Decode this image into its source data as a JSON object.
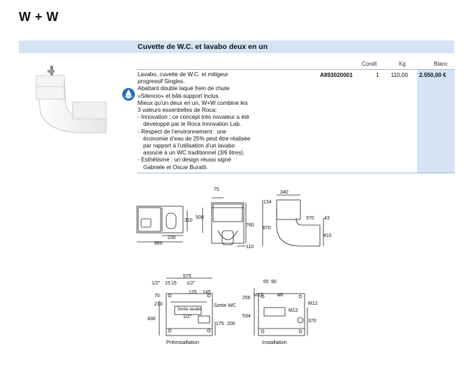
{
  "page": {
    "title": "W + W"
  },
  "section": {
    "title": "Cuvette de W.C. et lavabo deux en un"
  },
  "columns": {
    "condt": "Condt",
    "kg": "Kg",
    "blanc": "Blanc"
  },
  "product": {
    "description_lines": [
      "Lavabo, cuvette de W.C. et mitigeur",
      "progressif Singles.",
      "Abattant double laqué frein de chute",
      "«Silencio» et bâti-support inclus.",
      "Mieux qu’un deux en un, W+W combine les",
      "3 valeurs essentielles de Roca:",
      "-  Innovation : ce concept très novateur a été",
      "   développé par le Roca Innovation Lab.",
      "-  Respect de l’environnement : une",
      "   économie d’eau de 25% peut être réalisée",
      "   par rapport à l’utilisation d’un lavabo",
      "   associé à un WC traditionnel (3/6 litres).",
      "-  Esthétisme : un design réussi signé",
      "   Gabriele et Oscar Buratti."
    ],
    "reference": "A893020001",
    "condt": "1",
    "kg": "110,00",
    "price": "2.550,00 €",
    "icon": "water-saving-icon"
  },
  "drawings": {
    "top_view": {
      "d310": "310",
      "d500": "500",
      "d230": "230",
      "d860": "860"
    },
    "front_view": {
      "d75": "75",
      "d760": "760",
      "d110": "110"
    },
    "side_view": {
      "d340": "340",
      "d134": "134",
      "d870": "870",
      "d370": "370",
      "d43": "43",
      "d410": "410"
    },
    "preinstallation": {
      "caption": "Préinstallation",
      "d575": "575",
      "half_inch_a": "1/2\"",
      "d15a": "15",
      "d15b": "15",
      "half_inch_b": "1/2\"",
      "d70": "70",
      "d125": "125",
      "d145": "145",
      "d210": "210",
      "sortie_wc": "Sortie WC",
      "sortie_lavabo": "Sortie lavabo",
      "d430": "430",
      "half_inch_c": "1/2\"",
      "d175": "175",
      "d200": "200"
    },
    "installation": {
      "caption": "Installation",
      "d65": "65",
      "d90": "90",
      "m12a": "M12",
      "d8": "ø8",
      "d256": "256",
      "m12b": "M12",
      "m12c": "M12",
      "d534": "534",
      "d370": "370"
    }
  }
}
